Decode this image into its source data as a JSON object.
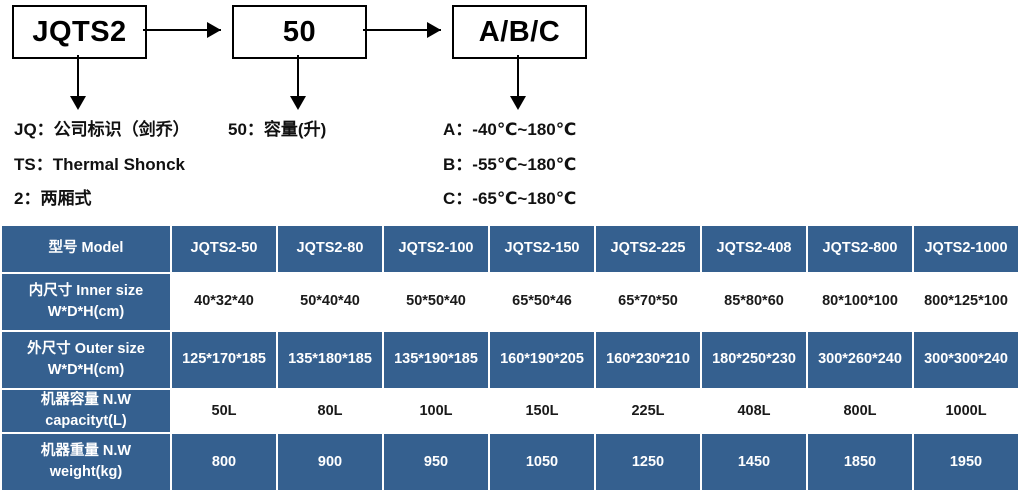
{
  "diagram": {
    "boxes": [
      {
        "id": "model",
        "label": "JQTS2"
      },
      {
        "id": "capacity",
        "label": "50"
      },
      {
        "id": "temp",
        "label": "A/B/C"
      }
    ],
    "legend": {
      "jq": "JQ：公司标识（剑乔）",
      "ts": "TS：Thermal Shonck",
      "two": "2：两厢式",
      "capacity": "50：容量(升)",
      "a": "A：-40℃~180℃",
      "b": "B：-55℃~180℃",
      "c": "C：-65℃~180℃"
    }
  },
  "table": {
    "header": {
      "label": "型号 Model",
      "models": [
        "JQTS2-50",
        "JQTS2-80",
        "JQTS2-100",
        "JQTS2-150",
        "JQTS2-225",
        "JQTS2-408",
        "JQTS2-800",
        "JQTS2-1000"
      ]
    },
    "rows": [
      {
        "id": "inner-size",
        "label_line1": "内尺寸 Inner size",
        "label_line2": "W*D*H(cm)",
        "style": "white",
        "values": [
          "40*32*40",
          "50*40*40",
          "50*50*40",
          "65*50*46",
          "65*70*50",
          "85*80*60",
          "80*100*100",
          "800*125*100"
        ]
      },
      {
        "id": "outer-size",
        "label_line1": "外尺寸 Outer size",
        "label_line2": "W*D*H(cm)",
        "style": "blue",
        "values": [
          "125*170*185",
          "135*180*185",
          "135*190*185",
          "160*190*205",
          "160*230*210",
          "180*250*230",
          "300*260*240",
          "300*300*240"
        ]
      },
      {
        "id": "capacity",
        "label_line1": "机器容量 N.W",
        "label_line2": "capacityt(L)",
        "style": "white",
        "values": [
          "50L",
          "80L",
          "100L",
          "150L",
          "225L",
          "408L",
          "800L",
          "1000L"
        ]
      },
      {
        "id": "weight",
        "label_line1": "机器重量 N.W",
        "label_line2": "weight(kg)",
        "style": "blue",
        "values": [
          "800",
          "900",
          "950",
          "1050",
          "1250",
          "1450",
          "1850",
          "1950"
        ]
      }
    ]
  },
  "colors": {
    "table_blue": "#35608f",
    "text_white": "#ffffff",
    "text_dark": "#1a1a1a",
    "diagram_line": "#000000"
  }
}
